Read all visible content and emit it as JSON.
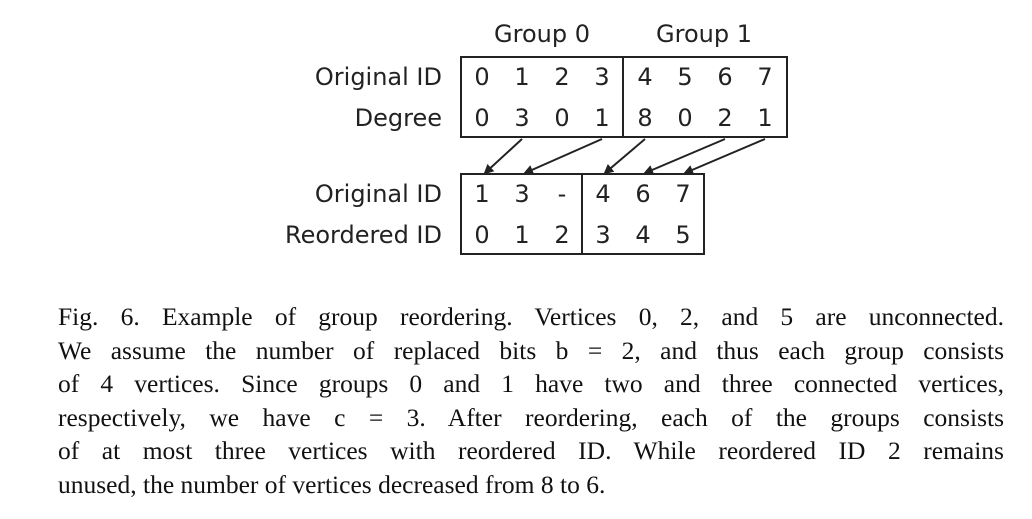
{
  "figure": {
    "group_titles": [
      "Group 0",
      "Group 1"
    ],
    "top_table": {
      "row_labels": [
        "Original ID",
        "Degree"
      ],
      "original_id": [
        "0",
        "1",
        "2",
        "3",
        "4",
        "5",
        "6",
        "7"
      ],
      "degree": [
        "0",
        "3",
        "0",
        "1",
        "8",
        "0",
        "2",
        "1"
      ]
    },
    "bottom_table": {
      "row_labels": [
        "Original ID",
        "Reordered ID"
      ],
      "original_id": [
        "1",
        "3",
        "-",
        "4",
        "6",
        "7"
      ],
      "reordered_id": [
        "0",
        "1",
        "2",
        "3",
        "4",
        "5"
      ]
    },
    "arrows": [
      {
        "from": "1",
        "to": "1"
      },
      {
        "from": "3",
        "to": "3"
      },
      {
        "from": "4",
        "to": "4"
      },
      {
        "from": "6",
        "to": "6"
      },
      {
        "from": "7",
        "to": "7"
      }
    ]
  },
  "caption": {
    "lines": [
      "Fig. 6.  Example of group reordering. Vertices 0, 2, and 5 are unconnected.",
      "We assume the number of replaced bits b = 2, and thus each group consists",
      "of 4 vertices. Since groups 0 and 1 have two and three connected vertices,",
      "respectively, we have c = 3. After reordering, each of the groups consists",
      "of at most three vertices with reordered ID. While reordered ID 2 remains",
      "unused, the number of vertices decreased from 8 to 6."
    ]
  }
}
